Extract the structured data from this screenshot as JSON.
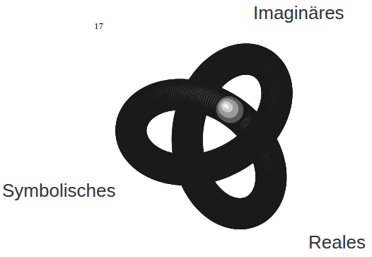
{
  "diagram": {
    "labels": [
      "17",
      "Imaginäres",
      "Symbolisches",
      "Reales"
    ]
  }
}
